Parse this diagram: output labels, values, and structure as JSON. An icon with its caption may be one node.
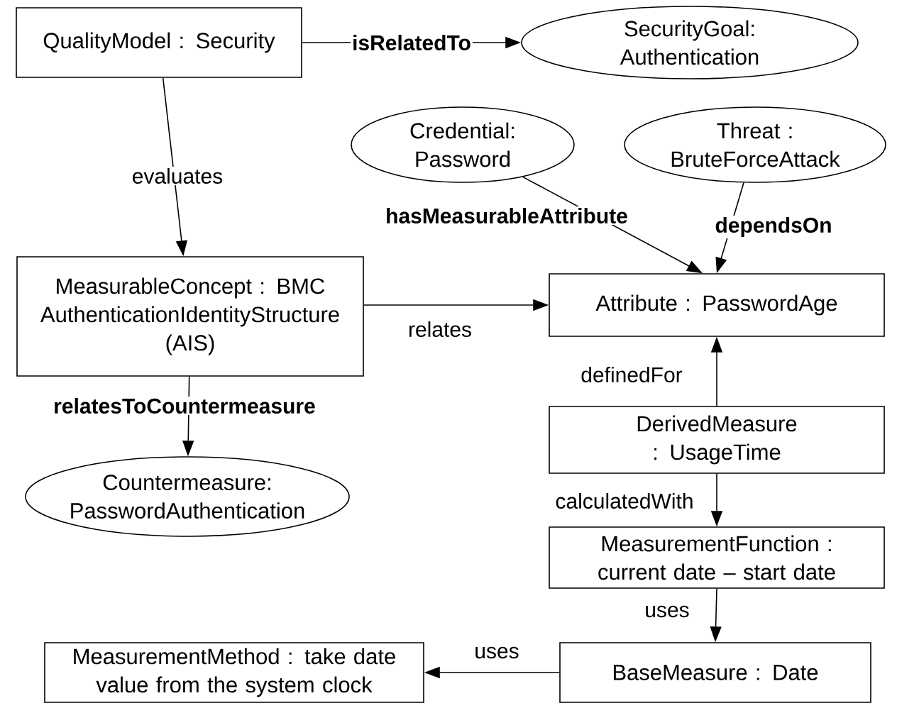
{
  "diagram": {
    "nodes": [
      {
        "text": [
          "QualityModel : Security"
        ]
      },
      {
        "text": [
          "SecurityGoal: Authentication"
        ]
      },
      {
        "text": [
          "Credential: Password"
        ]
      },
      {
        "text": [
          "Threat : BruteForceAttack"
        ]
      },
      {
        "text": [
          "MeasurableConcept : BMC AuthenticationIdentityStructure (AIS)"
        ]
      },
      {
        "text": [
          "Attribute : PasswordAge"
        ]
      },
      {
        "text": [
          "Countermeasure: PasswordAuthentication"
        ]
      },
      {
        "text": [
          "DerivedMeasure : UsageTime"
        ]
      },
      {
        "text": [
          "MeasurementFunction : current date – start date"
        ]
      },
      {
        "text": [
          "BaseMeasure : Date"
        ]
      },
      {
        "text": [
          "MeasurementMethod : take date value from the system clock"
        ]
      }
    ],
    "edges": [
      {
        "from": 0,
        "to": 1,
        "arrow": "to",
        "label": "isRelatedTo"
      },
      {
        "from": 0,
        "to": 4,
        "arrow": "to",
        "label": "evaluates"
      },
      {
        "from": 2,
        "to": 5,
        "arrow": "to",
        "label": "hasMeasurableAttribute"
      },
      {
        "from": 3,
        "to": 5,
        "arrow": "to",
        "label": "dependsOn"
      },
      {
        "from": 4,
        "to": 5,
        "arrow": "to",
        "label": "relates"
      },
      {
        "from": 4,
        "to": 6,
        "arrow": "to",
        "label": "relatesToCountermeasure"
      },
      {
        "from": 7,
        "to": 5,
        "arrow": "to",
        "label": "definedFor"
      },
      {
        "from": 7,
        "to": 8,
        "arrow": "to",
        "label": "calculatedWith"
      },
      {
        "from": 8,
        "to": 9,
        "arrow": "to",
        "label": "uses"
      },
      {
        "from": 9,
        "to": 10,
        "arrow": "to",
        "label": "uses"
      }
    ]
  }
}
